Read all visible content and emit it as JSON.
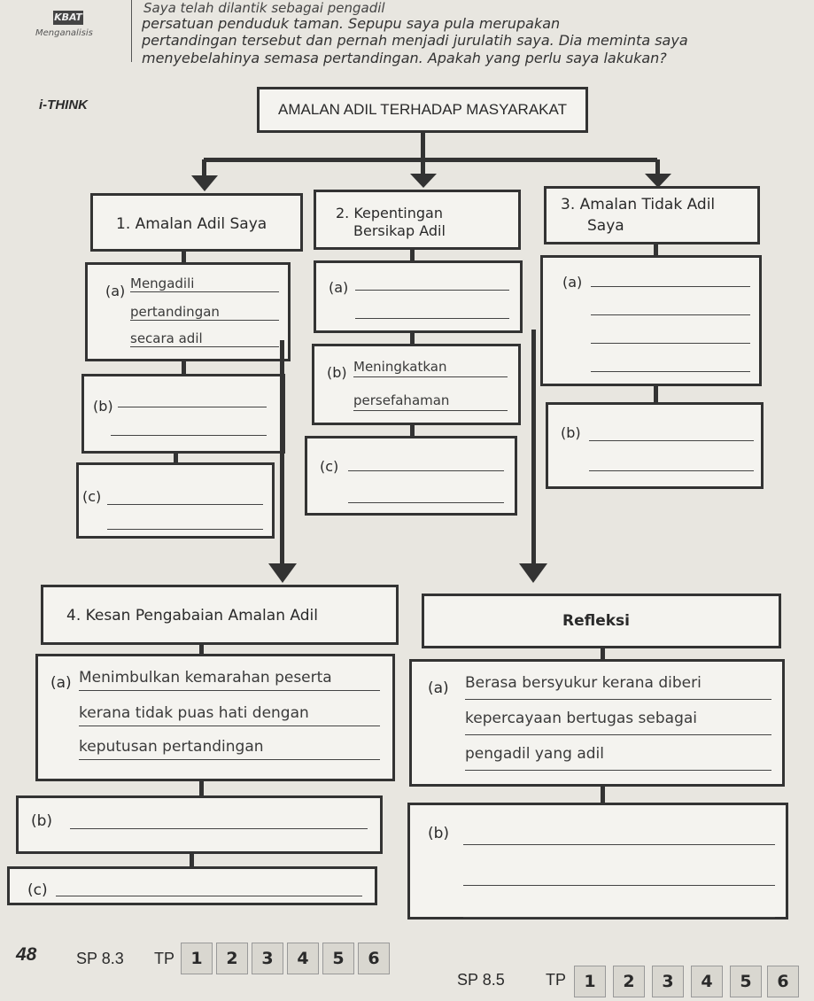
{
  "header": {
    "kbat_badge": "KBAT",
    "kbat_sub": "Menganalisis",
    "line1": "Saya telah dilantik sebagai pengadil",
    "line2": "persatuan penduduk taman. Sepupu saya pula merupakan",
    "line3": "pertandingan tersebut dan pernah menjadi jurulatih saya. Dia meminta saya",
    "line4": "menyebelahinya semasa pertandingan. Apakah yang perlu saya lakukan?"
  },
  "ithink": "i-THINK",
  "title": "AMALAN ADIL TERHADAP MASYARAKAT",
  "col1": {
    "header": "1. Amalan Adil Saya",
    "a_label": "(a)",
    "a_lines": [
      "Mengadili",
      "pertandingan",
      "secara adil"
    ],
    "b_label": "(b)",
    "c_label": "(c)"
  },
  "col2": {
    "header_l1": "2. Kepentingan",
    "header_l2": "Bersikap Adil",
    "a_label": "(a)",
    "b_label": "(b)",
    "b_lines": [
      "Meningkatkan",
      "persefahaman"
    ],
    "c_label": "(c)"
  },
  "col3": {
    "header_l1": "3. Amalan Tidak Adil",
    "header_l2": "Saya",
    "a_label": "(a)",
    "b_label": "(b)"
  },
  "col4": {
    "header": "4. Kesan Pengabaian Amalan Adil",
    "a_label": "(a)",
    "a_lines": [
      "Menimbulkan kemarahan peserta",
      "kerana tidak puas hati dengan",
      "keputusan pertandingan"
    ],
    "b_label": "(b)",
    "c_label": "(c)"
  },
  "col5": {
    "header": "Refleksi",
    "a_label": "(a)",
    "a_lines": [
      "Berasa bersyukur kerana diberi",
      "kepercayaan bertugas sebagai",
      "pengadil yang adil"
    ],
    "b_label": "(b)"
  },
  "footer": {
    "page_number": "48",
    "sp1": "SP 8.3",
    "tp1": "TP",
    "levels1": [
      "1",
      "2",
      "3",
      "4",
      "5",
      "6"
    ],
    "sp2": "SP 8.5",
    "tp2": "TP",
    "levels2": [
      "1",
      "2",
      "3",
      "4",
      "5",
      "6"
    ]
  }
}
